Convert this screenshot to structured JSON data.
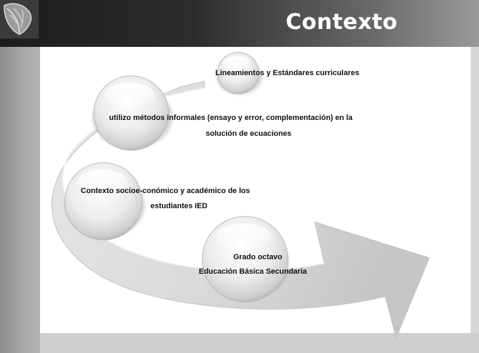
{
  "header": {
    "title": "Contexto",
    "logo_icon": "leaf-emblem-icon"
  },
  "diagram": {
    "nodes": [
      {
        "text": "Lineamientos y Estándares curriculares"
      },
      {
        "line1": "utilizo métodos informales (ensayo y error, complementación) en la",
        "line2": "solución de ecuaciones"
      },
      {
        "line1": "Contexto socioe-conómico y académico de los",
        "line2": "estudiantes IED"
      },
      {
        "line1": "Grado octavo",
        "line2": "Educación Básica Secundaria"
      }
    ]
  },
  "colors": {
    "header_dark": "#1d1d1d",
    "title": "#ffffff",
    "panel": "#ffffff",
    "arrow": "#d8d8d8"
  }
}
